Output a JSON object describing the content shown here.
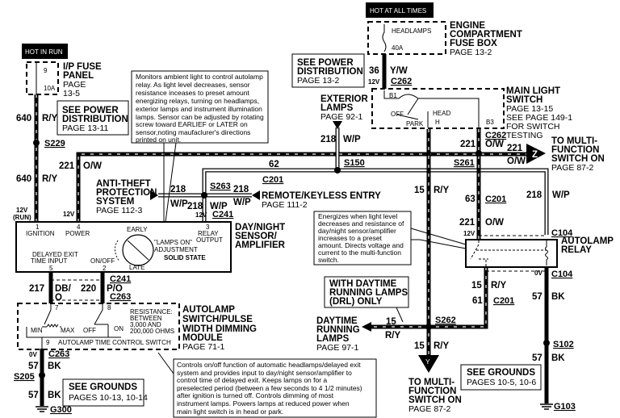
{
  "hot_in_run": "HOT IN RUN",
  "hot_at_all_times": "HOT AT ALL TIMES",
  "ip_fuse": {
    "title": [
      "I/P FUSE",
      "PANEL"
    ],
    "page": [
      "PAGE",
      "13-5"
    ],
    "fuse_num": "9",
    "fuse_rating": "10A"
  },
  "power_dist_left": {
    "title": [
      "SEE POWER",
      "DISTRIBUTION"
    ],
    "page": "PAGE 13-11"
  },
  "power_dist_mid": {
    "title": [
      "SEE POWER",
      "DISTRIBUTION"
    ],
    "page": "PAGE 13-2"
  },
  "engine_fuse": {
    "title": [
      "ENGINE",
      "COMPARTMENT",
      "FUSE BOX"
    ],
    "page": "PAGE 13-2",
    "fuse_name": "HEADLAMPS",
    "fuse_rating": "40A"
  },
  "sensor_note": [
    "Monitors ambient light to control autolamp",
    "relay. As light level decreases, sensor",
    "resistance inceases to preset amount",
    "energizing relays, turning on headlamps,",
    "exterior lamps and instrument illumination",
    "lamps. Sensor can be adjusted by rotating",
    "screw toward EARLIEF or LATER on",
    "sensor,noting maufaclurer's directions",
    "printed on unit."
  ],
  "wires": {
    "w640a": {
      "num": "640",
      "color": "R/Y"
    },
    "w640b": {
      "num": "640",
      "color": "R/Y"
    },
    "w221a": {
      "num": "221",
      "color": "O/W"
    },
    "w62": "62",
    "w218a": {
      "num": "218",
      "color": "W/P"
    },
    "w218b": {
      "num": "218",
      "color": "W/P"
    },
    "w218c": {
      "num": "218",
      "color": "W/P"
    },
    "w218d": {
      "num": "218",
      "color": "W/P"
    },
    "w218e": {
      "num": "218",
      "color": "W/P"
    },
    "w36": {
      "num": "36",
      "color": "Y/W"
    },
    "w15a": {
      "num": "15",
      "color": "R/Y"
    },
    "w15b": {
      "num": "15",
      "color": "R/Y"
    },
    "w15c": {
      "num": "15",
      "color": "R/Y"
    },
    "w15d": {
      "num": "15",
      "color": "R/Y"
    },
    "w221b": {
      "num": "221",
      "color": "O/W"
    },
    "w221c": {
      "num": "221",
      "color": "O/W"
    },
    "w221d": {
      "num": "221",
      "color": "O/W"
    },
    "w63": "63",
    "w61": "61",
    "w217": {
      "num": "217",
      "color": [
        "DB/",
        "O"
      ]
    },
    "w220": {
      "num": "220",
      "color": "P/O"
    },
    "w57a": {
      "num": "57",
      "color": "BK"
    },
    "w57b": {
      "num": "57",
      "color": "BK"
    },
    "w57c": {
      "num": "57",
      "color": "BK"
    },
    "w57d": {
      "num": "57",
      "color": "BK"
    }
  },
  "splices": {
    "s229": "S229",
    "s150": "S150",
    "s263": "S263",
    "s261": "S261",
    "s262": "S262",
    "s205": "S205",
    "s102": "S102"
  },
  "connectors": {
    "c201a": "C201",
    "c201b": "C201",
    "c201c": "C201",
    "c241a": "C241",
    "c241b": "C241",
    "c263a": "C263",
    "c263b": "C263",
    "c262a": "C262",
    "c262b": "C262",
    "c104a": "C104",
    "c104b": "C104"
  },
  "grounds": {
    "g300": "G300",
    "g103": "G103"
  },
  "voltages": {
    "v12run": [
      "12V",
      "(RUN)"
    ],
    "v12a": "12V",
    "v12b": "12V",
    "v12c": "12V",
    "v12d": "12V",
    "v0a": "0V",
    "v0b": "0V"
  },
  "anti_theft": {
    "title": [
      "ANTI-THEFT",
      "PROTECTION",
      "SYSTEM"
    ],
    "page": "PAGE 112-3"
  },
  "remote_keyless": {
    "title": "REMOTE/KEYLESS   ENTRY",
    "page": "PAGE 111-2"
  },
  "exterior_lamps": {
    "title": [
      "EXTERIOR",
      "LAMPS"
    ],
    "page": "PAGE 92-1"
  },
  "main_light_switch": {
    "title": [
      "MAIN LIGHT",
      "SWITCH"
    ],
    "page": [
      "PAGE 13-15",
      "SEE PAGE 149-1",
      "FOR SWITCH",
      "TESTING"
    ],
    "pins": {
      "b1": "B1",
      "b3": "B3",
      "h": "H"
    },
    "positions": {
      "off": "OFF",
      "park": "PARK",
      "head": "HEAD"
    }
  },
  "to_mfs_right": {
    "letter": "Z",
    "title": [
      "TO MULTI-",
      "FUNCTION",
      "SWITCH ON"
    ],
    "page": "PAGE 87-2"
  },
  "to_mfs_bottom": {
    "letter": "Y",
    "title": [
      "TO MULTI-",
      "FUNCTION",
      "SWITCH ON"
    ],
    "page": "PAGE 87-2"
  },
  "sensor_amp": {
    "title": [
      "DAY/NIGHT",
      "SENSOR/",
      "AMPLIFIER"
    ],
    "pins": [
      {
        "num": "1",
        "label": "IGNITION"
      },
      {
        "num": "4",
        "label": "POWER"
      },
      {
        "num": "3",
        "label": [
          "RELAY",
          "OUTPUT"
        ]
      },
      {
        "num": "5",
        "label": [
          "DELAYED EXIT",
          "TIME INPUT"
        ]
      },
      {
        "num": "2",
        "label": "ON/OFF"
      }
    ],
    "early": "EARLY",
    "late": "LATE",
    "adjust": [
      "\"LAMPS ON\"",
      "ADJUSTMENT"
    ],
    "solid_state": "SOLID STATE"
  },
  "autolamp_switch": {
    "title": [
      "AUTOLAMP",
      "SWITCH/PULSE",
      "WIDTH DIMMING",
      "MODULE"
    ],
    "page": "PAGE 71-1",
    "pins": {
      "p7": "7",
      "p8": "8",
      "p9": "9"
    },
    "min": "MIN",
    "max": "MAX",
    "off": "OFF",
    "on": "ON",
    "resistance": [
      "RESISTANCE:",
      "BETWEEN",
      "3,000 AND",
      "200,000  OHMS"
    ],
    "switch_name": "AUTOLAMP TIME CONTROL SWITCH"
  },
  "grounds_left": {
    "title": "SEE GROUNDS",
    "page": "PAGES 10-13, 10-14"
  },
  "grounds_right": {
    "title": "SEE GROUNDS",
    "page": "PAGES 10-5, 10-6"
  },
  "switch_note": [
    "Controls on/off function of automatic headlamps/delayed exit",
    "system and provides input to day/night sensor/amplifier to",
    "control time of delayed exit. Keeps lamps on for a",
    "preselected period (between a few seconds to 4 1/2 minutes)",
    "after ignition is turned off. Controls dimming of most",
    "instrument lamps. Powers lamps at reduced power when",
    "main light switch is in head or park."
  ],
  "relay_note": [
    "Energizes when light level",
    "decreases and resistance of",
    "day/night sensor/amplifier",
    "increases to a  preset",
    "amount. Directs voltage and",
    "current to the multi-function",
    "switch."
  ],
  "autolamp_relay": {
    "title": [
      "AUTOLAMP",
      "RELAY"
    ]
  },
  "drl_note": [
    "WITH DAYTIME",
    "RUNNING LAMPS",
    "(DRL) ONLY"
  ],
  "drl": {
    "title": [
      "DAYTIME",
      "RUNNING",
      "LAMPS"
    ],
    "page": "PAGE 97-1"
  }
}
